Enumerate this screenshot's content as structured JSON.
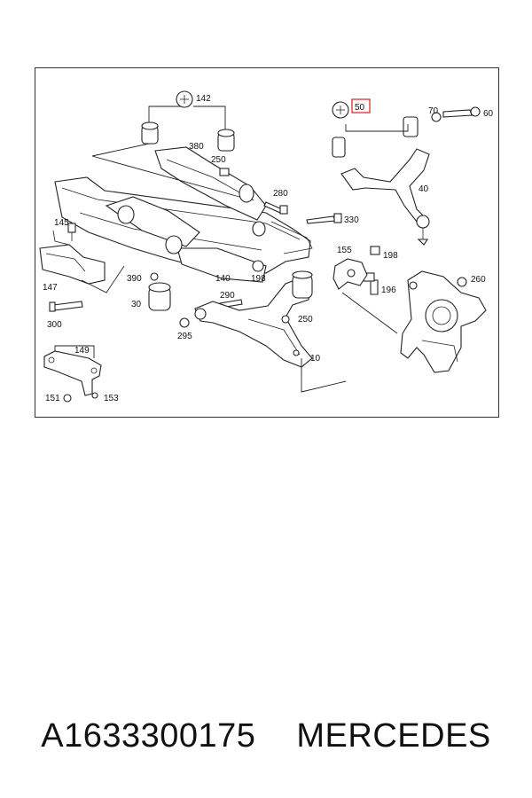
{
  "diagram": {
    "highlight_color": "#d22020",
    "callouts": {
      "c142": "142",
      "c50": "50",
      "c70": "70",
      "c60": "60",
      "c380": "380",
      "c250a": "250",
      "c280": "280",
      "c40": "40",
      "c330": "330",
      "c145": "145",
      "c155": "155",
      "c198a": "198",
      "c147": "147",
      "c390": "390",
      "c140": "140",
      "c198b": "198",
      "c196": "196",
      "c260": "260",
      "c290": "290",
      "c30": "30",
      "c250b": "250",
      "c300": "300",
      "c295": "295",
      "c10": "10",
      "c149": "149",
      "c151": "151",
      "c153": "153"
    }
  },
  "caption": {
    "part_number": "A1633300175",
    "brand": "MERCEDES"
  }
}
